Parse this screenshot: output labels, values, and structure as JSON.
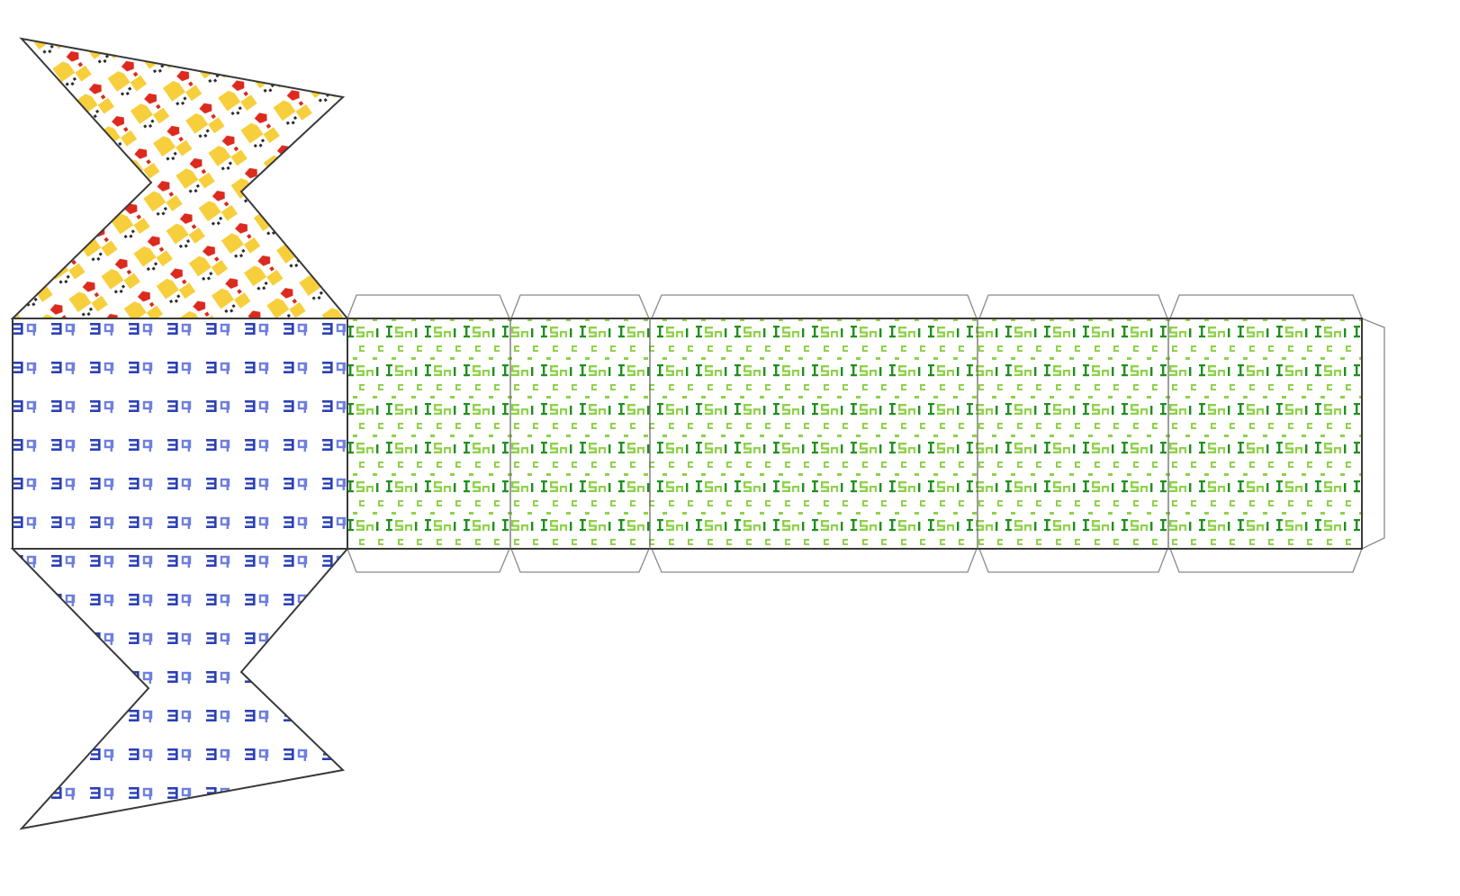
{
  "colors": {
    "yellow": "#f7cf3c",
    "red": "#dc2a1e",
    "dark": "#2c2c2c",
    "blue_dark": "#2a3fb5",
    "blue_light": "#6f7fe0",
    "green_dark": "#1f8f1f",
    "green_light": "#8fd24a",
    "outline": "#3a3a3a",
    "tab": "#8a8a8a"
  },
  "icons": {
    "top_pattern": "bird-glyph-pattern",
    "blue_pattern": "blue-glyph-pattern",
    "green_pattern": "green-glyph-pattern"
  }
}
